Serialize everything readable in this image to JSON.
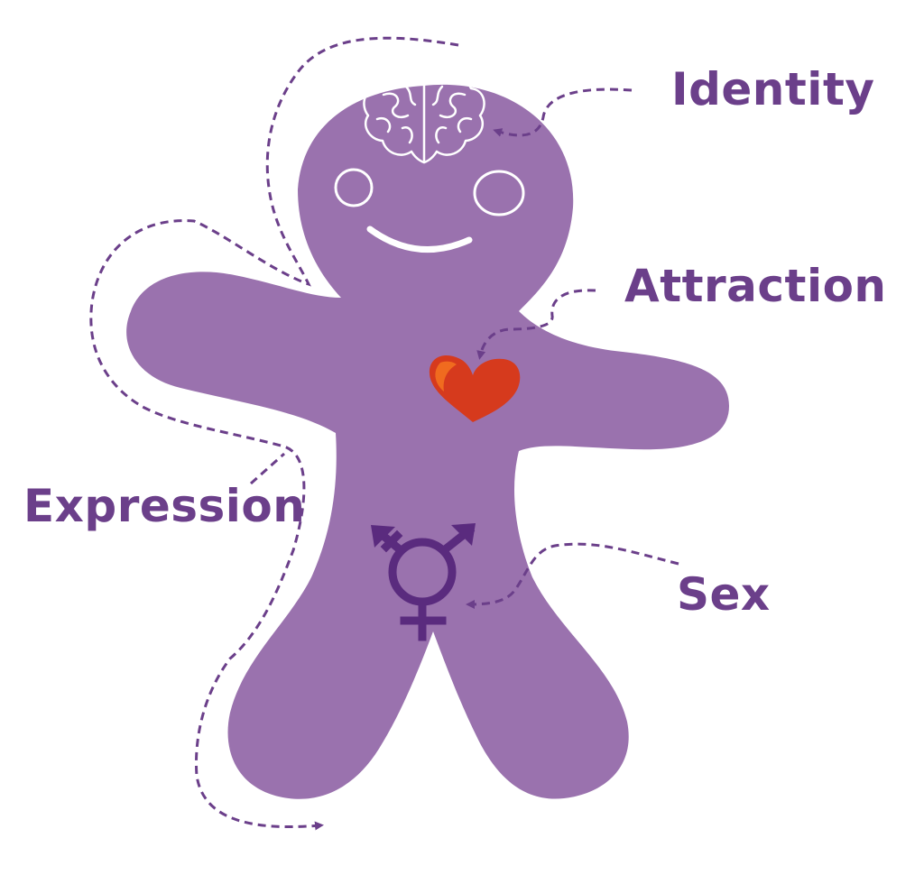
{
  "labels": {
    "identity": "Identity",
    "attraction": "Attraction",
    "expression": "Expression",
    "sex": "Sex"
  },
  "icons": {
    "head": "brain-icon",
    "chest": "heart-icon",
    "pelvis": "transgender-symbol-icon"
  },
  "colors": {
    "body": "#9a72ae",
    "text": "#6b3f8a",
    "dashed_line": "#6b3f8a",
    "symbol": "#5a2b7e",
    "heart": "#d63a1d",
    "heart_highlight": "#f06b1f",
    "face": "#ffffff"
  }
}
